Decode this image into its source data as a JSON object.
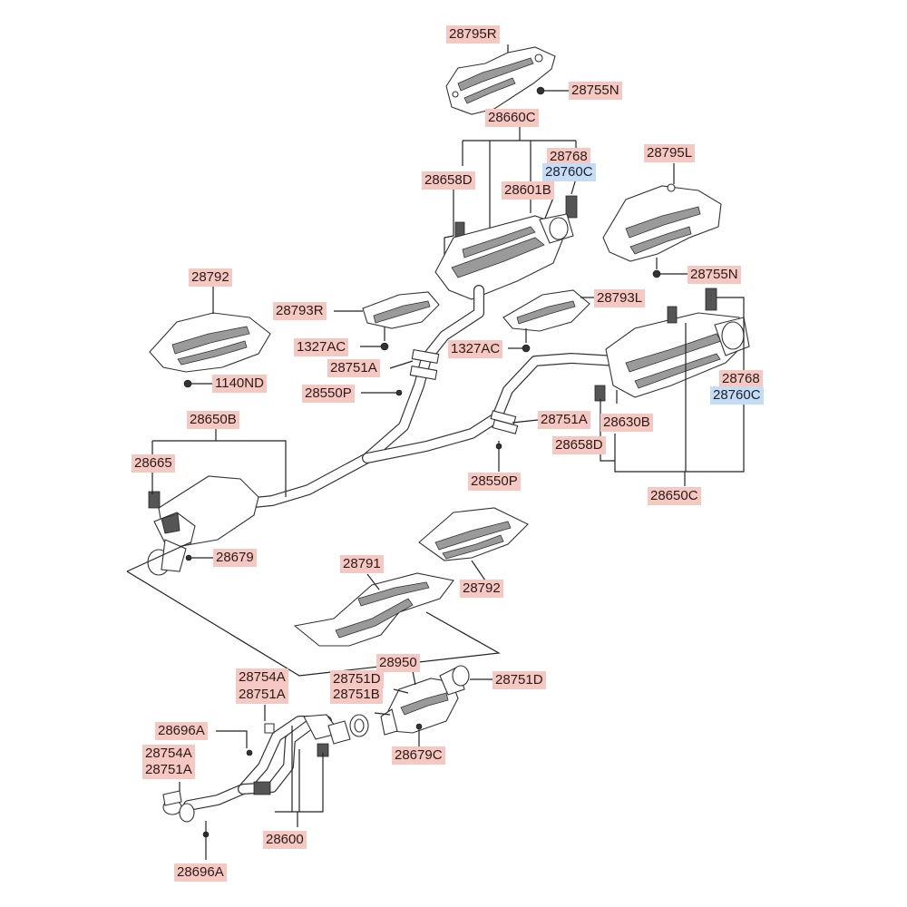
{
  "labels": {
    "l_28795R": "28795R",
    "l_28755N_top": "28755N",
    "l_28660C": "28660C",
    "l_28768_top": "28768",
    "l_28760C_top": "28760C",
    "l_28658D_top": "28658D",
    "l_28601B": "28601B",
    "l_28795L": "28795L",
    "l_28755N_right": "28755N",
    "l_28792_left": "28792",
    "l_28793R": "28793R",
    "l_1327AC_left": "1327AC",
    "l_28751A_mid": "28751A",
    "l_1140ND": "1140ND",
    "l_28550P_left": "28550P",
    "l_28793L": "28793L",
    "l_1327AC_mid": "1327AC",
    "l_28768_right": "28768",
    "l_28760C_right": "28760C",
    "l_28751A_right": "28751A",
    "l_28630B": "28630B",
    "l_28658D_right": "28658D",
    "l_28550P_right": "28550P",
    "l_28650C": "28650C",
    "l_28650B": "28650B",
    "l_28665": "28665",
    "l_28679": "28679",
    "l_28791": "28791",
    "l_28792_bottom": "28792",
    "l_28754A_top": "28754A",
    "l_28751A_cat1": "28751A",
    "l_28751D_left": "28751D",
    "l_28751B": "28751B",
    "l_28950": "28950",
    "l_28751D_right": "28751D",
    "l_28696A_top": "28696A",
    "l_28754A_bottom": "28754A",
    "l_28751A_cat2": "28751A",
    "l_28679C": "28679C",
    "l_28600": "28600",
    "l_28696A_bottom": "28696A"
  },
  "colors": {
    "label_bg": "#f6c8c2",
    "label_bg_alt": "#c6dcf4",
    "line": "#222222"
  }
}
